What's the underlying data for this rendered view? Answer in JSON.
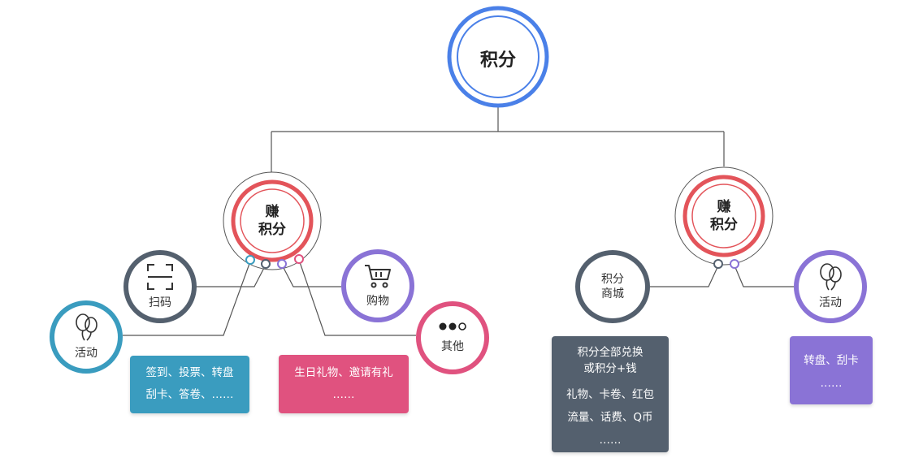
{
  "root": {
    "label": "积分"
  },
  "earn": {
    "line1": "赚",
    "line2": "积分"
  },
  "spend": {
    "line1": "赚",
    "line2": "积分"
  },
  "earn_items": {
    "scan": {
      "label": "扫码",
      "icon": "scan-icon"
    },
    "shop": {
      "label": "购物",
      "icon": "cart-icon"
    },
    "activity": {
      "label": "活动",
      "icon": "balloon-icon"
    },
    "other": {
      "label": "其他",
      "icon": "more-dots-icon"
    }
  },
  "spend_items": {
    "mall": {
      "line1": "积分",
      "line2": "商城"
    },
    "activity": {
      "label": "活动",
      "icon": "balloon-icon"
    }
  },
  "boxes": {
    "activity_detail": {
      "line1": "签到、投票、转盘",
      "line2": "刮卡、答卷、……"
    },
    "other_detail": {
      "line1": "生日礼物、邀请有礼",
      "line2": "……"
    },
    "mall_detail": {
      "line1": "积分全部兑换",
      "line2": "或积分+钱",
      "line3": "礼物、卡卷、红包",
      "line4": "流量、话费、Q币",
      "line5": "……"
    },
    "spend_activity_detail": {
      "line1": "转盘、刮卡",
      "line2": "……"
    }
  },
  "colors": {
    "root_blue": "#4a80e8",
    "earn_red": "#e3545a",
    "slate": "#54606e",
    "purple": "#8a73d6",
    "teal": "#3a9cbf",
    "pink": "#e0527f",
    "line": "#555555"
  }
}
